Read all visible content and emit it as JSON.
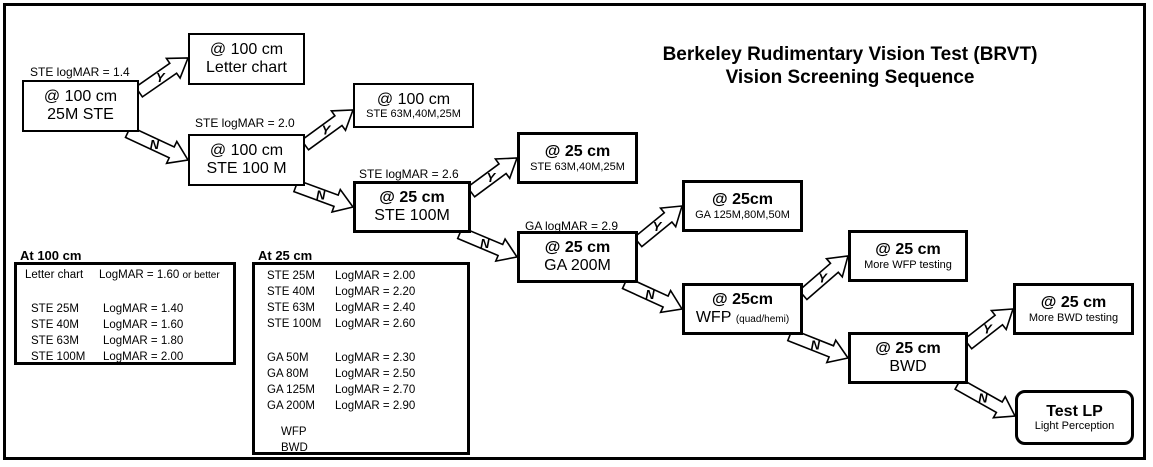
{
  "title": [
    "Berkeley Rudimentary Vision Test (BRVT)",
    "Vision Screening Sequence"
  ],
  "boxes": {
    "b1": [
      "@ 100 cm",
      "25M STE"
    ],
    "b1y": [
      "@ 100 cm",
      "Letter chart"
    ],
    "b2": [
      "@ 100 cm",
      "STE 100 M"
    ],
    "b2y": [
      "@ 100 cm",
      "STE 63M,40M,25M"
    ],
    "b3": [
      "@ 25 cm",
      "STE 100M"
    ],
    "b3y": [
      "@ 25 cm",
      "STE 63M,40M,25M"
    ],
    "b4": [
      "@ 25 cm",
      "GA 200M"
    ],
    "b4y": [
      "@ 25cm",
      "GA 125M,80M,50M"
    ],
    "b5": [
      "@ 25cm",
      "WFP",
      "(quad/hemi)"
    ],
    "b5y": [
      "@ 25 cm",
      "More WFP testing"
    ],
    "b6": [
      "@ 25 cm",
      "BWD"
    ],
    "b6y": [
      "@ 25 cm",
      "More BWD testing"
    ],
    "b7": [
      "Test LP",
      "Light Perception"
    ]
  },
  "thresholds": {
    "t1": "STE logMAR = 1.4",
    "t2": "STE logMAR = 2.0",
    "t3": "STE logMAR = 2.6",
    "t4": "GA logMAR = 2.9"
  },
  "yes": "Y",
  "no": "N",
  "table100": {
    "heading": "At 100 cm",
    "letter_name": "Letter chart",
    "letter_value": "LogMAR = 1.60",
    "letter_note": "or better",
    "rows": [
      [
        "STE 25M",
        "LogMAR = 1.40"
      ],
      [
        "STE 40M",
        "LogMAR = 1.60"
      ],
      [
        "STE 63M",
        "LogMAR = 1.80"
      ],
      [
        "STE 100M",
        "LogMAR = 2.00"
      ]
    ]
  },
  "table25": {
    "heading": "At 25 cm",
    "rows": [
      [
        "STE 25M",
        "LogMAR = 2.00"
      ],
      [
        "STE 40M",
        "LogMAR = 2.20"
      ],
      [
        "STE 63M",
        "LogMAR = 2.40"
      ],
      [
        "STE 100M",
        "LogMAR = 2.60"
      ],
      [
        "GA 50M",
        "LogMAR = 2.30"
      ],
      [
        "GA 80M",
        "LogMAR = 2.50"
      ],
      [
        "GA 125M",
        "LogMAR = 2.70"
      ],
      [
        "GA 200M",
        "LogMAR = 2.90"
      ],
      [
        "WFP",
        ""
      ],
      [
        "BWD",
        ""
      ]
    ]
  }
}
